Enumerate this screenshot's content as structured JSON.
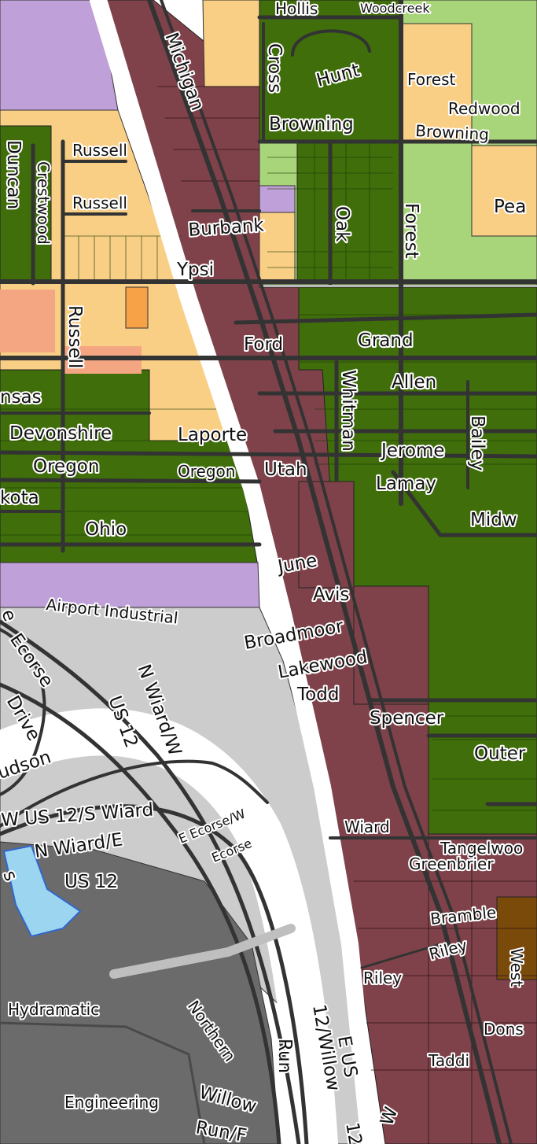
{
  "legend_colors": {
    "commercial": "#80424a",
    "residential_single": "#3f6e0a",
    "residential_light": "#a9d57a",
    "residential_multi": "#f9cf86",
    "industrial_light": "#c0a0d8",
    "industrial_heavy": "#6b6b6b",
    "public_open": "#cccccc",
    "office": "#f7a247",
    "water": "#9bd5ef",
    "road": "#333333",
    "mixed_hatch": "#f4a683",
    "brown_block": "#7a4a0a"
  },
  "streets": {
    "hollis": "Hollis",
    "woodcreek": "Woodcreek",
    "michigan": "Michigan",
    "cross": "Cross",
    "hunt": "Hunt",
    "forest_n": "Forest",
    "redwood": "Redwood",
    "browning_w": "Browning",
    "browning_e": "Browning",
    "russell_1": "Russell",
    "russell_2": "Russell",
    "russell_v": "Russell",
    "duncan": "Duncan",
    "crestwood": "Crestwood",
    "burbank": "Burbank",
    "oak": "Oak",
    "forest_v": "Forest",
    "pea": "Pea",
    "ypsi": "Ypsi",
    "ford": "Ford",
    "grand": "Grand",
    "allen": "Allen",
    "whitman": "Whitman",
    "kansas": "nsas",
    "devonshire": "Devonshire",
    "laporte": "Laporte",
    "bailey": "Bailey",
    "jerome": "Jerome",
    "oregon_1": "Oregon",
    "oregon_2": "Oregon",
    "utah": "Utah",
    "lamay": "Lamay",
    "dakota": "kota",
    "midway": "Midw",
    "ohio": "Ohio",
    "june": "June",
    "avis": "Avis",
    "airport_industrial": "Airport Industrial",
    "broadmoor": "Broadmoor",
    "lakewood": "Lakewood",
    "ecorse_1": "Ecorse",
    "e_partial": "e",
    "n_wiard_w": "N Wiard/W",
    "us12_1": "US 12",
    "todd": "Todd",
    "spencer": "Spencer",
    "drive": "Drive",
    "outer": "Outer",
    "hudson": "udson",
    "w_us12_s_wiard": "W US 12/S Wiard",
    "e_ecorse_w": "E Ecorse/W",
    "ecorse_2": "Ecorse",
    "wiard": "Wiard",
    "n_wiard_e": "N Wiard/E",
    "us12_2": "US 12",
    "s_partial": "s",
    "tangelwood": "Tangelwoo",
    "greenbrier": "Greenbrier",
    "bramble": "Bramble",
    "riley_1": "Riley",
    "riley_2": "Riley",
    "west": "West",
    "hydramatic": "Hydramatic",
    "northern": "Northern",
    "run_1": "Run",
    "us12_willow": "12/Willow",
    "e_us": "E US",
    "dons": "Dons",
    "taddi": "Taddi",
    "engineering": "Engineering",
    "willow": "Willow",
    "run_f": "Run/F",
    "us12_partial": "12",
    "w_partial": "W"
  }
}
